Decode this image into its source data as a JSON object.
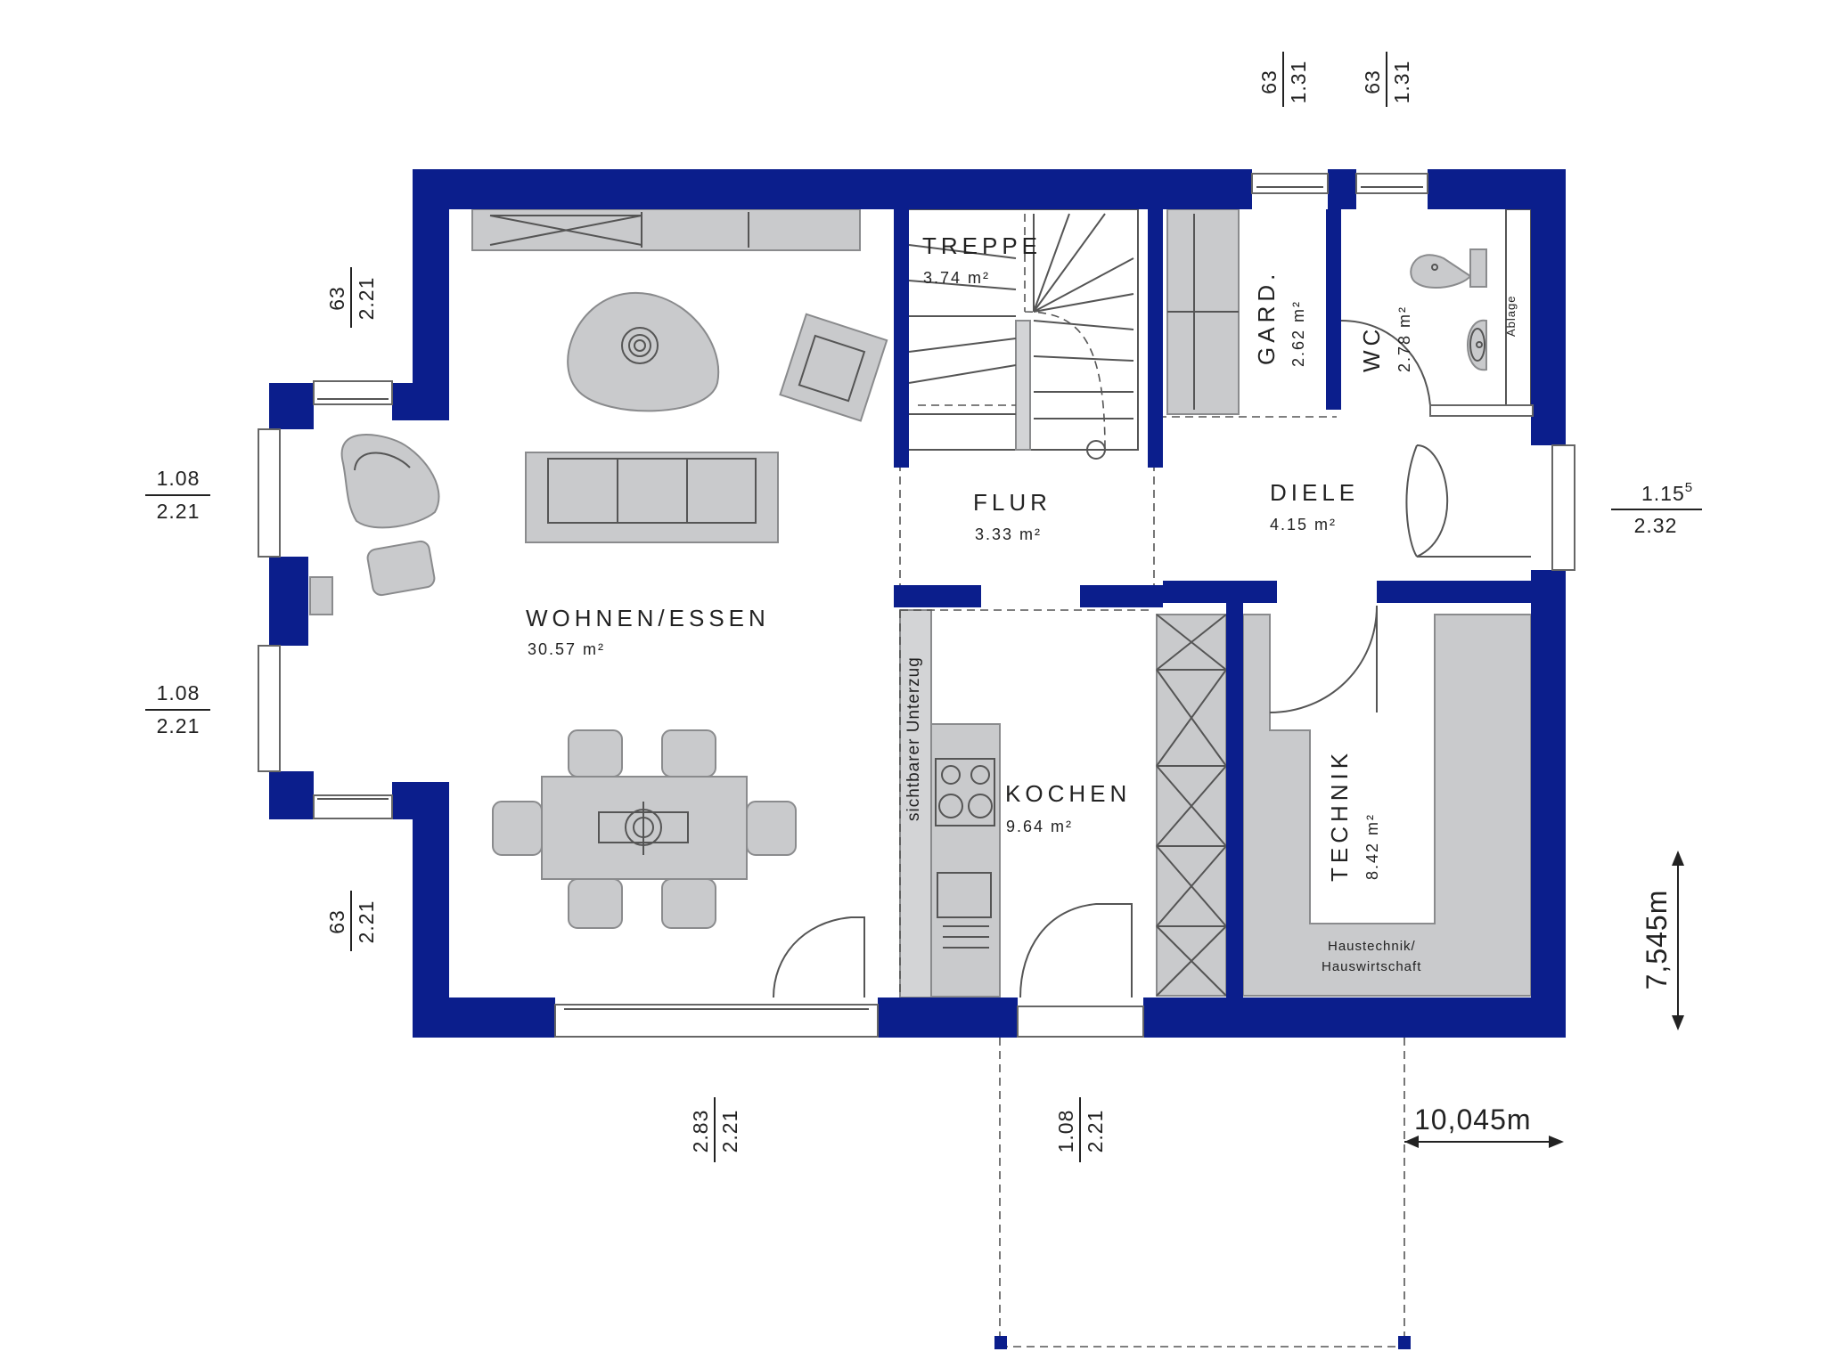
{
  "rooms": {
    "wohnen": {
      "name": "WOHNEN/ESSEN",
      "area": "30.57 m²"
    },
    "treppe": {
      "name": "TREPPE",
      "area": "3.74 m²"
    },
    "flur": {
      "name": "FLUR",
      "area": "3.33 m²"
    },
    "garderobe": {
      "name": "GARD.",
      "area": "2.62 m²"
    },
    "wc": {
      "name": "WC",
      "area": "2.78 m²"
    },
    "diele": {
      "name": "DIELE",
      "area": "4.15 m²"
    },
    "kochen": {
      "name": "KOCHEN",
      "area": "9.64 m²"
    },
    "technik": {
      "name": "TECHNIK",
      "area": "8.42 m²"
    }
  },
  "notes": {
    "unterzug": "sichtbarer Unterzug",
    "ablage": "Ablage",
    "haustechnik_1": "Haustechnik/",
    "haustechnik_2": "Hauswirtschaft"
  },
  "dimensions": {
    "total_width": "10,045m",
    "total_depth": "7,545m",
    "openings": {
      "top_gard": {
        "w": "63",
        "h": "1.31"
      },
      "top_wc": {
        "w": "63",
        "h": "1.31"
      },
      "left_top": {
        "w": "63",
        "h": "2.21"
      },
      "bay_upper": {
        "w": "1.08",
        "h": "2.21"
      },
      "bay_lower": {
        "w": "1.08",
        "h": "2.21"
      },
      "left_bottom": {
        "w": "63",
        "h": "2.21"
      },
      "bottom_terrace": {
        "w": "2.83",
        "h": "2.21"
      },
      "bottom_kitchen": {
        "w": "1.08",
        "h": "2.21"
      },
      "entrance": {
        "w": "1.15",
        "w_sup": "5",
        "h": "2.32"
      }
    }
  },
  "colors": {
    "wall": "#0b1e8c",
    "furniture": "#c9cacc"
  }
}
